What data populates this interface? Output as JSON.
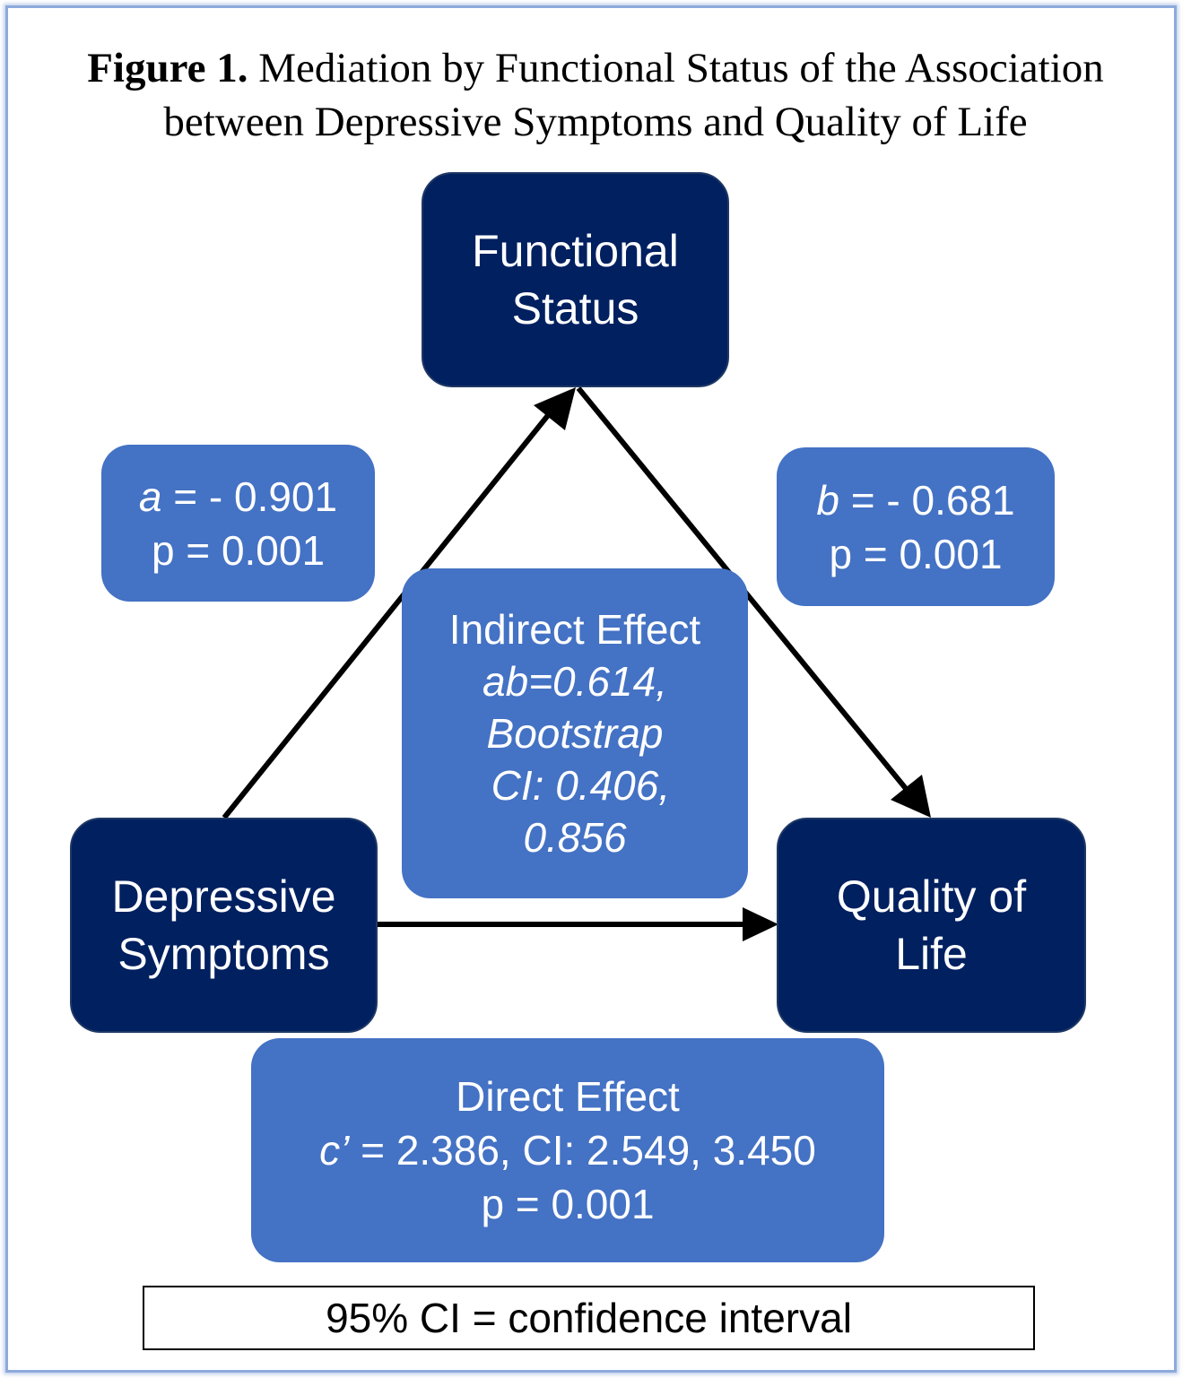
{
  "figure": {
    "title_bold": "Figure 1.",
    "title_rest_line1": " Mediation by Functional Status of the Association",
    "title_line2": "between Depressive Symptoms and Quality of Life"
  },
  "nodes": {
    "mediator": {
      "line1": "Functional",
      "line2": "Status"
    },
    "predictor": {
      "line1": "Depressive",
      "line2": "Symptoms"
    },
    "outcome": {
      "line1": "Quality of",
      "line2": "Life"
    }
  },
  "paths": {
    "a": {
      "symbol": "a",
      "coef_text": " = - 0.901",
      "p_text": "p = 0.001"
    },
    "b": {
      "symbol": "b",
      "coef_text": " =  - 0.681",
      "p_text": "p = 0.001"
    }
  },
  "indirect_effect": {
    "heading": "Indirect Effect",
    "line1": "ab=0.614,",
    "line2": "Bootstrap",
    "line3": " CI: 0.406,",
    "line4": "0.856"
  },
  "direct_effect": {
    "heading": "Direct Effect",
    "symbol": "c’",
    "value_text": " = 2.386, CI: 2.549, 3.450",
    "p_text": "p = 0.001"
  },
  "footnote": "95% CI = confidence interval",
  "colors": {
    "node_fill": "#002060",
    "stat_fill": "#4472C4",
    "frame_border": "#8EAADB",
    "arrow": "#000000"
  }
}
